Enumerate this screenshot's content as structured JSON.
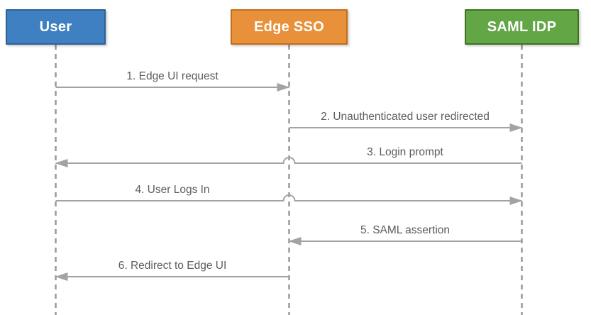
{
  "diagram": {
    "type": "sequence-diagram",
    "actors": [
      {
        "id": "user",
        "label": "User",
        "fill": "#3F80C3",
        "border": "#2D6194"
      },
      {
        "id": "edge-sso",
        "label": "Edge SSO",
        "fill": "#E8913A",
        "border": "#C26E19"
      },
      {
        "id": "saml-idp",
        "label": "SAML IDP",
        "fill": "#63A646",
        "border": "#417222"
      }
    ],
    "messages": [
      {
        "seq": 1,
        "label": "1. Edge UI request",
        "from": "User",
        "to": "Edge SSO",
        "direction": "right"
      },
      {
        "seq": 2,
        "label": "2. Unauthenticated user redirected",
        "from": "Edge SSO",
        "to": "SAML IDP",
        "direction": "right"
      },
      {
        "seq": 3,
        "label": "3. Login prompt",
        "from": "SAML IDP",
        "to": "User",
        "direction": "left"
      },
      {
        "seq": 4,
        "label": "4. User Logs In",
        "from": "User",
        "to": "SAML IDP",
        "direction": "right"
      },
      {
        "seq": 5,
        "label": "5. SAML assertion",
        "from": "SAML IDP",
        "to": "Edge SSO",
        "direction": "left"
      },
      {
        "seq": 6,
        "label": "6. Redirect to Edge UI",
        "from": "Edge SSO",
        "to": "User",
        "direction": "left"
      }
    ],
    "colors": {
      "line": "#a3a3a3",
      "lifeline": "#999999",
      "label_text": "#5c5c5c",
      "actor_text": "#ffffff",
      "background": "#ffffff"
    }
  }
}
